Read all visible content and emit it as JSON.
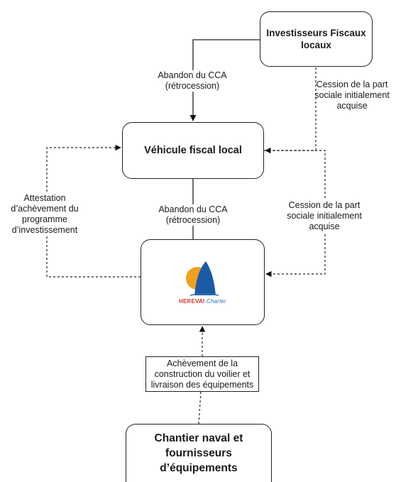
{
  "nodes": {
    "investors": "Investisseurs Fiscaux locaux",
    "vehicule": "Véhicule fiscal local",
    "achevement": "Achèvement de la construction du voilier et livraison des équipements",
    "chantier": "Chantier naval et fournisseurs d’équipements"
  },
  "logo": {
    "brand_part1": "HEREVAI",
    "brand_part2": "Charter",
    "colors": {
      "sun": "#f0a020",
      "sail": "#1c5aa6",
      "text_red": "#d8392b",
      "text_blue": "#2a6fb5"
    }
  },
  "edges": {
    "abandon_top": "Abandon du CCA (rétrocession)",
    "cession_top": "Cession de la part sociale initialement acquise",
    "attestation": "Attestation d’achèvement du programme d’investissement",
    "abandon_mid": "Abandon du CCA (rétrocession)",
    "cession_mid": "Cession de la part sociale initialement acquise"
  }
}
